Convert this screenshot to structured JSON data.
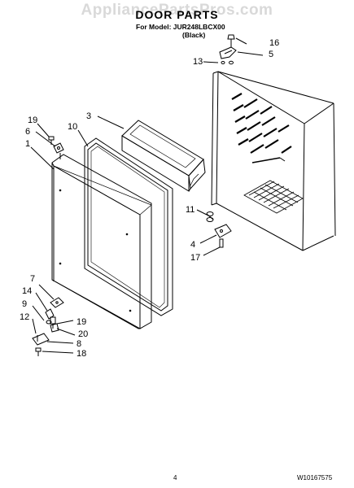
{
  "watermark": "AppliancePartsPros.com",
  "header": {
    "title": "DOOR PARTS",
    "model": "For Model: JUR248LBCX00",
    "variant": "(Black)"
  },
  "callouts": [
    {
      "id": "c16",
      "label": "16"
    },
    {
      "id": "c5",
      "label": "5"
    },
    {
      "id": "c13",
      "label": "13"
    },
    {
      "id": "c3",
      "label": "3"
    },
    {
      "id": "c19a",
      "label": "19"
    },
    {
      "id": "c10",
      "label": "10"
    },
    {
      "id": "c6",
      "label": "6"
    },
    {
      "id": "c1",
      "label": "1"
    },
    {
      "id": "c11",
      "label": "11"
    },
    {
      "id": "c4",
      "label": "4"
    },
    {
      "id": "c17",
      "label": "17"
    },
    {
      "id": "c7",
      "label": "7"
    },
    {
      "id": "c14",
      "label": "14"
    },
    {
      "id": "c9",
      "label": "9"
    },
    {
      "id": "c19b",
      "label": "19"
    },
    {
      "id": "c12",
      "label": "12"
    },
    {
      "id": "c20",
      "label": "20"
    },
    {
      "id": "c8",
      "label": "8"
    },
    {
      "id": "c18",
      "label": "18"
    }
  ],
  "footer": {
    "page_number": "4",
    "document_number": "W10167575"
  }
}
